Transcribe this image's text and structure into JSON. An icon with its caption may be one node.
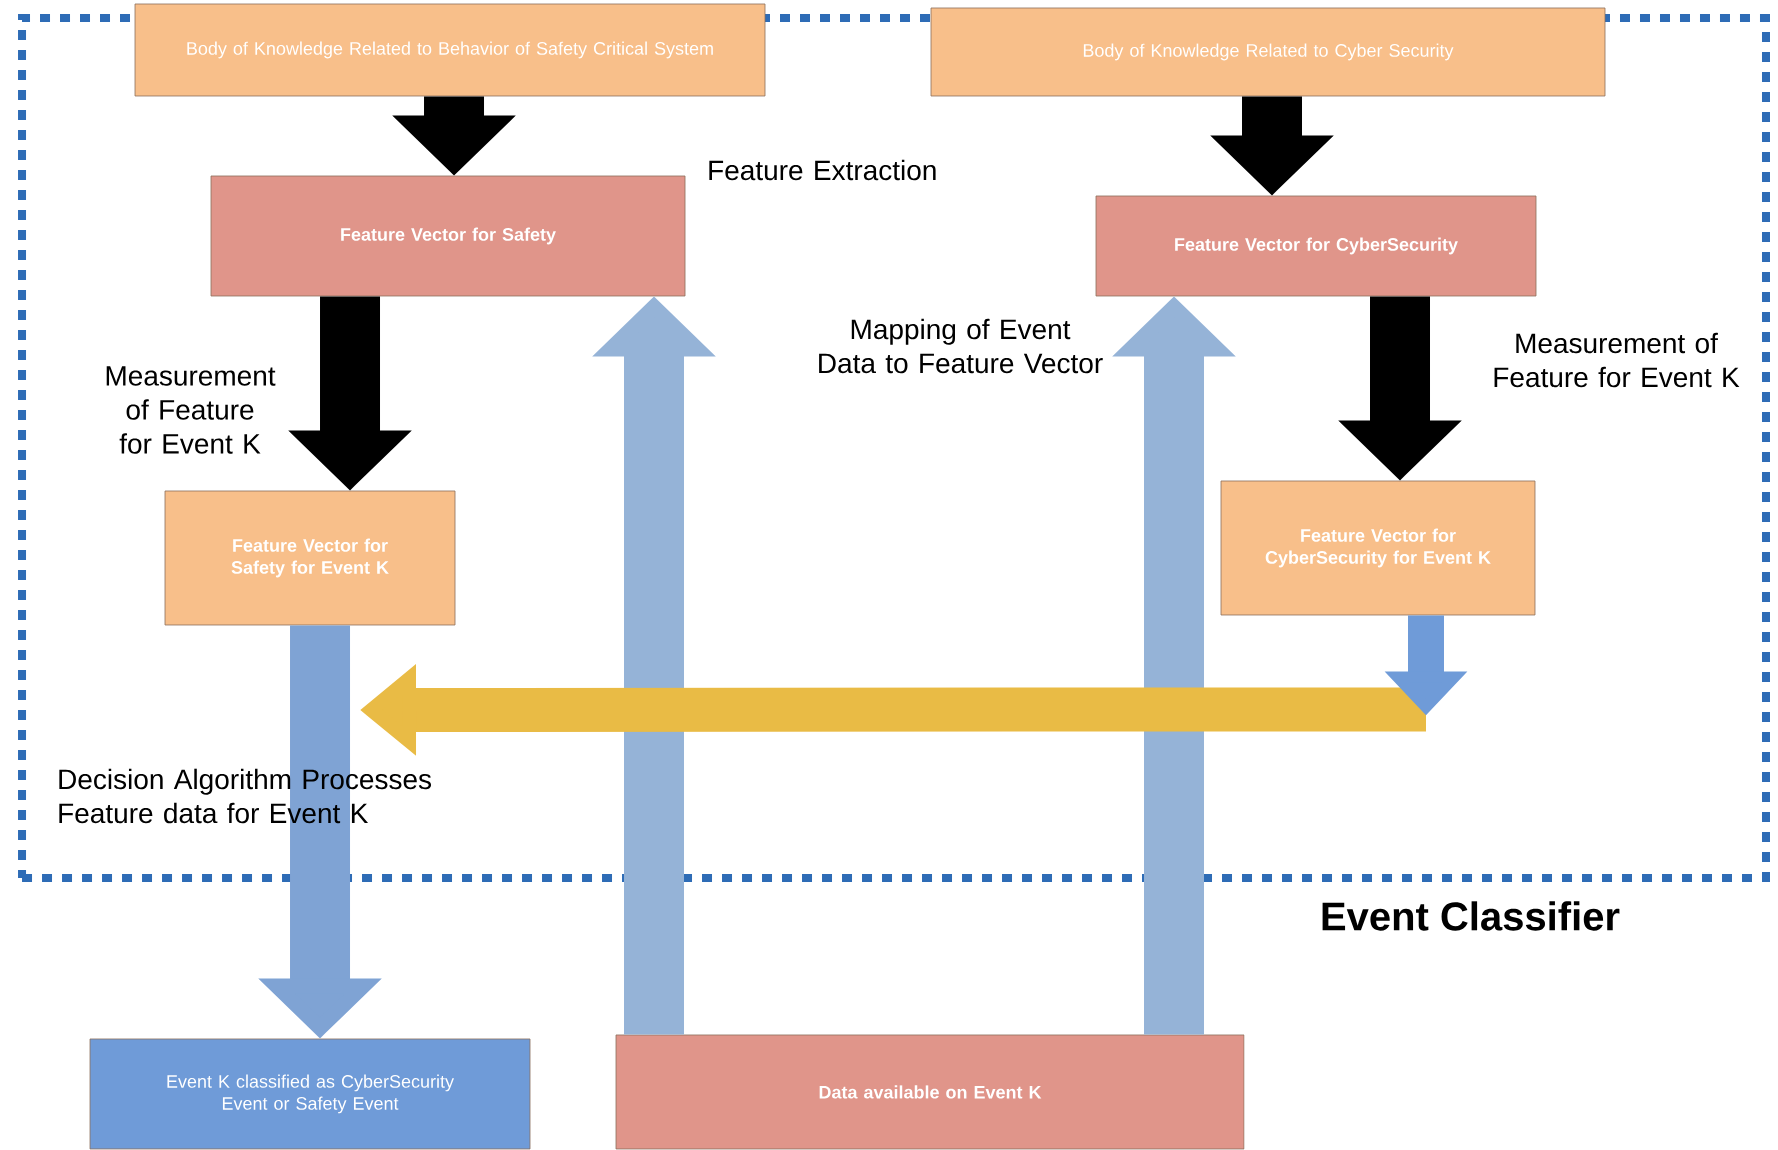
{
  "diagram": {
    "nodes": [
      {
        "text": [
          "Event Classifier"
        ]
      },
      {
        "text": [
          "Body of Knowledge Related to Behavior of Safety Critical System"
        ],
        "in": 0
      },
      {
        "text": [
          "Body of Knowledge Related to Cyber Security"
        ],
        "in": 0
      },
      {
        "text": [
          "Feature Vector for Safety"
        ],
        "in": 0
      },
      {
        "text": [
          "Feature Vector for CyberSecurity"
        ],
        "in": 0
      },
      {
        "text": [
          "Feature Vector for Safety for Event K"
        ],
        "in": 0
      },
      {
        "text": [
          "Feature Vector for CyberSecurity for Event K"
        ],
        "in": 0
      },
      {
        "text": [
          "Event K classified as CyberSecurity Event or Safety Event"
        ]
      },
      {
        "text": [
          "Data available on Event K"
        ]
      }
    ],
    "edges": [
      {
        "from": 1,
        "to": 3,
        "arrow": "to"
      },
      {
        "from": 2,
        "to": 4,
        "arrow": "to"
      },
      {
        "from": 3,
        "to": 5,
        "arrow": "to",
        "label": "Measurement of Feature for Event K"
      },
      {
        "from": 4,
        "to": 6,
        "arrow": "to",
        "label": "Measurement of Feature for Event K"
      },
      {
        "from": 8,
        "to": 3,
        "arrow": "to",
        "color": "#95b3d7"
      },
      {
        "from": 8,
        "to": 4,
        "arrow": "to",
        "color": "#95b3d7"
      },
      {
        "from": 5,
        "to": 7,
        "arrow": "to",
        "color": "#7fa3d4"
      },
      {
        "from": 6,
        "to": null,
        "arrow": "to",
        "color": "#e9bb45"
      }
    ],
    "labels": [
      "Feature Extraction",
      "Mapping of Event Data to Feature Vector",
      "Decision Algorithm Processes Feature data for Event K"
    ]
  }
}
